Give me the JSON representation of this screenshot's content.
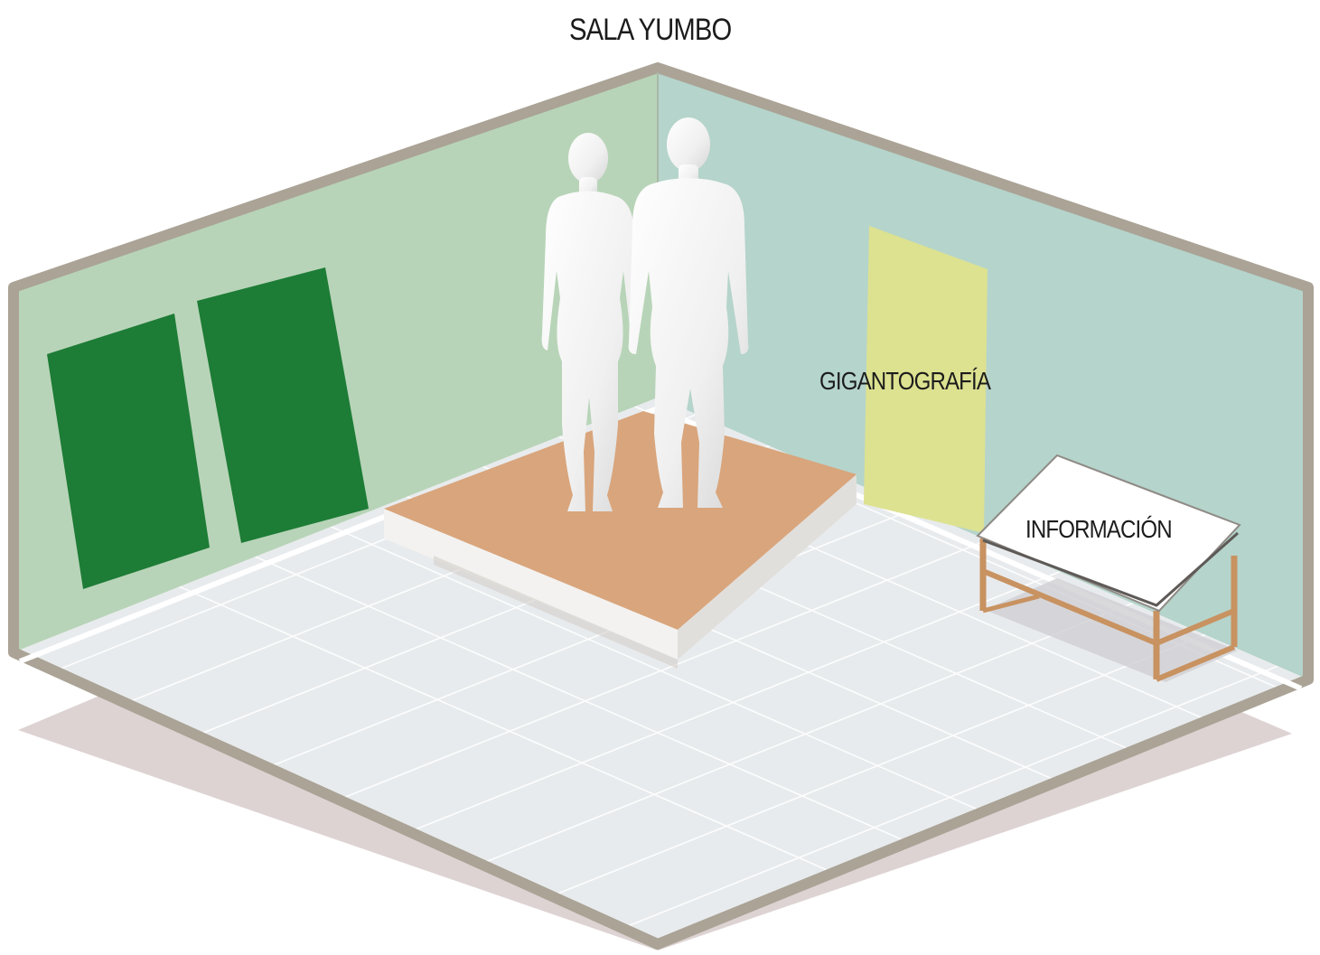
{
  "title": "SALA YUMBO",
  "labels": {
    "gigantografia": "GIGANTOGRAFÍA",
    "informacion": "INFORMACIÓN"
  },
  "colors": {
    "left_wall": "#b7d3b9",
    "right_wall": "#b6d4cb",
    "floor": "#e9ecee",
    "floor_grid": "#ffffff",
    "wall_border": "#aaa396",
    "shadow": "#ddd2d1",
    "green_panel": "#1d7c36",
    "yellow_panel": "#dce290",
    "platform_top": "#d9a57b",
    "platform_side": "#f4f3f1",
    "table_frame": "#c89261",
    "table_top": "#ffffff",
    "figure": "#f2f2f2"
  }
}
